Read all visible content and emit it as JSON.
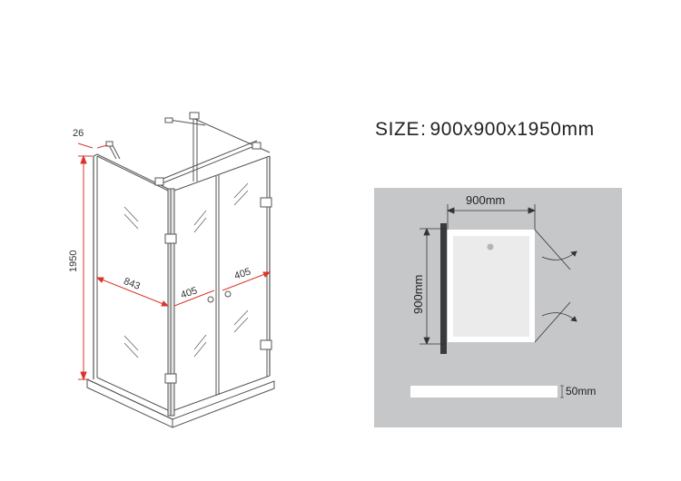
{
  "title": {
    "prefix": "SIZE",
    "separator": ":",
    "value": "900x900x1950mm"
  },
  "drawing_3d": {
    "dimensions": {
      "profile_thickness": "26",
      "height": "1950",
      "fixed_panel_width": "843",
      "left_door_width": "405",
      "right_door_width": "405"
    },
    "colors": {
      "dimension_line": "#d9352b",
      "outline": "#444444"
    }
  },
  "plan_view": {
    "width_label": "900mm",
    "depth_label": "900mm",
    "tray_height_label": "50mm",
    "colors": {
      "background": "#c6c7c8",
      "tray": "#ffffff",
      "tray_inner": "#ebebeb",
      "wall": "#3a3a3c"
    }
  }
}
